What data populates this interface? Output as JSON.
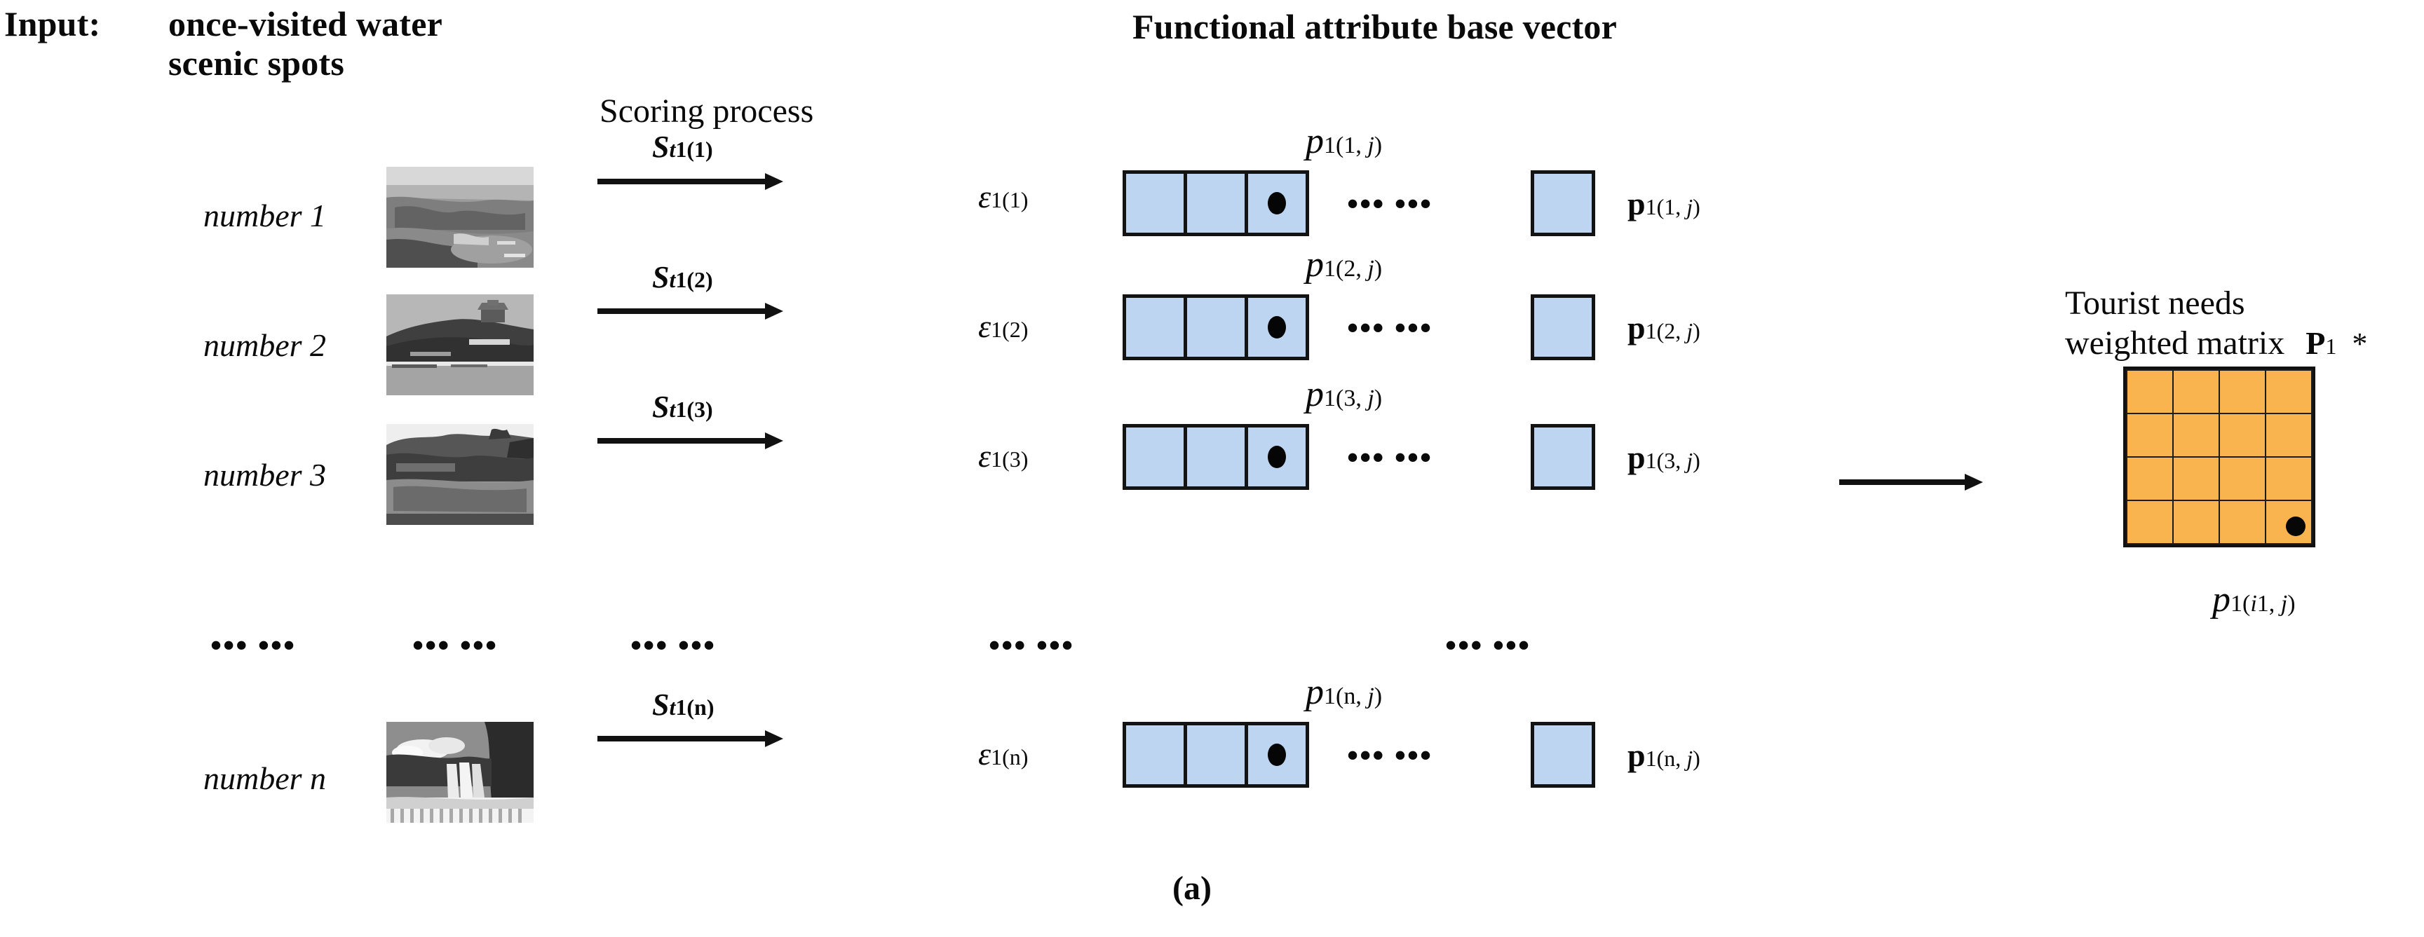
{
  "figure": {
    "caption": "(a)",
    "colors": {
      "cell_blue": "#bdd5f0",
      "matrix_orange": "#f9b44f",
      "stroke": "#131313"
    }
  },
  "headers": {
    "input_label": "Input:",
    "input_title_line1": "once-visited water",
    "input_title_line2": "scenic spots",
    "scoring_process": "Scoring process",
    "functional_attribute": "Functional attribute base vector",
    "tourist_line1": "Tourist needs",
    "tourist_line2": "weighted matrix",
    "tourist_matrix_symbol": "P",
    "tourist_matrix_sub": "1",
    "tourist_matrix_star": "*"
  },
  "ellipsis": "••• •••",
  "rows": [
    {
      "name": "number 1",
      "score_symbol": "S",
      "score_sub_t": "t",
      "score_sub_rest": "1(1)",
      "epsilon_symbol": "ε",
      "epsilon_sub": "1(1)",
      "p_top_symbol": "p",
      "p_top_sub_pre": "1(1, ",
      "p_top_sub_i": "j",
      "p_top_sub_post": ")",
      "p_right_symbol": "p",
      "p_right_sub_pre": "1(1, ",
      "p_right_sub_i": "j",
      "p_right_sub_post": ")",
      "photo": "aerial-lake-islands"
    },
    {
      "name": "number 2",
      "score_symbol": "S",
      "score_sub_t": "t",
      "score_sub_rest": "1(2)",
      "epsilon_symbol": "ε",
      "epsilon_sub": "1(2)",
      "p_top_symbol": "p",
      "p_top_sub_pre": "1(2, ",
      "p_top_sub_i": "j",
      "p_top_sub_post": ")",
      "p_right_symbol": "p",
      "p_right_sub_pre": "1(2, ",
      "p_right_sub_i": "j",
      "p_right_sub_post": ")",
      "photo": "hill-pagoda-lake"
    },
    {
      "name": "number 3",
      "score_symbol": "S",
      "score_sub_t": "t",
      "score_sub_rest": "1(3)",
      "epsilon_symbol": "ε",
      "epsilon_sub": "1(3)",
      "p_top_symbol": "p",
      "p_top_sub_pre": "1(3, ",
      "p_top_sub_i": "j",
      "p_top_sub_post": ")",
      "p_right_symbol": "p",
      "p_right_sub_pre": "1(3, ",
      "p_right_sub_i": "j",
      "p_right_sub_post": ")",
      "photo": "classical-garden-pond"
    },
    {
      "name": "number n",
      "score_symbol": "S",
      "score_sub_t": "t",
      "score_sub_rest": "1(n)",
      "epsilon_symbol": "ε",
      "epsilon_sub": "1(n)",
      "p_top_symbol": "p",
      "p_top_sub_pre": "1(n, ",
      "p_top_sub_i": "j",
      "p_top_sub_post": ")",
      "p_right_symbol": "p",
      "p_right_sub_pre": "1(n, ",
      "p_right_sub_i": "j",
      "p_right_sub_post": ")",
      "photo": "waterfall"
    }
  ],
  "matrix": {
    "rows": 4,
    "cols": 4,
    "label_symbol": "p",
    "label_sub_pre": "1(",
    "label_sub_i": "i",
    "label_sub_mid": "1, ",
    "label_sub_j": "j",
    "label_sub_post": ")"
  }
}
